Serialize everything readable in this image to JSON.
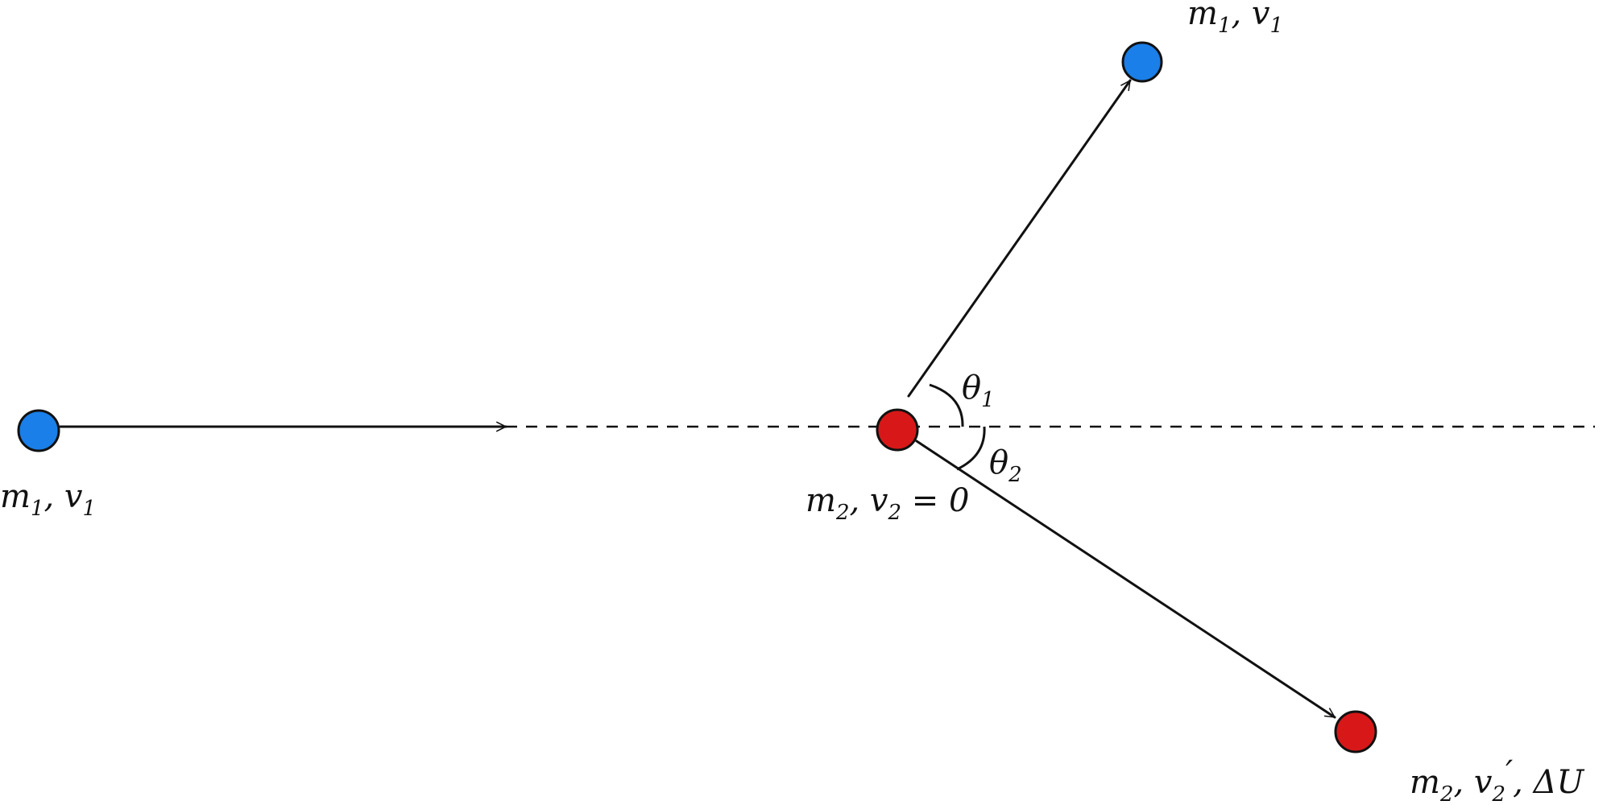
{
  "colors": {
    "ball_m1": "#1a7fe8",
    "ball_m2": "#d81818",
    "ink": "#111111"
  },
  "labels": {
    "initial_m1": {
      "mass": "m",
      "mass_sub": "1",
      "sep": ", ",
      "vel": "v",
      "vel_sub": "1"
    },
    "target_m2": {
      "mass": "m",
      "mass_sub": "2",
      "sep": ", ",
      "vel": "v",
      "vel_sub": "2",
      "eq": " = 0"
    },
    "scattered_m1": {
      "mass": "m",
      "mass_sub": "1",
      "sep": ", ",
      "vel": "v",
      "vel_sub": "1",
      "prime": "′"
    },
    "recoil_m2": {
      "mass": "m",
      "mass_sub": "2",
      "sep": ", ",
      "vel": "v",
      "vel_sub": "2",
      "prime": "′",
      "extra": ", ΔU"
    },
    "theta1": {
      "sym": "θ",
      "sub": "1"
    },
    "theta2": {
      "sym": "θ",
      "sub": "2"
    }
  }
}
